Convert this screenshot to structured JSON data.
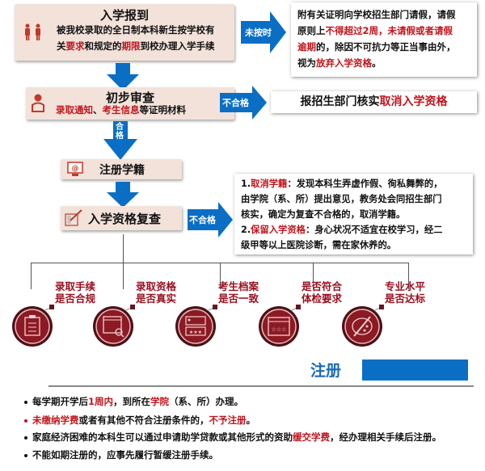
{
  "steps": {
    "enroll": {
      "title": "入学报到",
      "lines": [
        [
          {
            "t": "被我校录取的全日制本科新生按学校有",
            "red": false
          }
        ],
        [
          {
            "t": "关",
            "red": false
          },
          {
            "t": "要求",
            "red": true
          },
          {
            "t": "和规定的",
            "red": false
          },
          {
            "t": "期限",
            "red": true
          },
          {
            "t": "到校办理入学手续",
            "red": false
          }
        ]
      ]
    },
    "late_label": "未按时",
    "late_note": {
      "lines": [
        [
          {
            "t": "附有关证明向学校招生部门请假，请假",
            "red": false
          }
        ],
        [
          {
            "t": "原则上",
            "red": false
          },
          {
            "t": "不得超过2周，未请假或者请假",
            "red": true
          }
        ],
        [
          {
            "t": "逾期",
            "red": true
          },
          {
            "t": "的，除因不可抗力等正当事由外，",
            "red": false
          }
        ],
        [
          {
            "t": "视为",
            "red": false
          },
          {
            "t": "放弃入学资格",
            "red": true
          },
          {
            "t": "。",
            "red": false
          }
        ]
      ]
    },
    "review": {
      "title": "初步审查",
      "lines": [
        [
          {
            "t": "录取通知",
            "red": true
          },
          {
            "t": "、",
            "red": false
          },
          {
            "t": "考生信息",
            "red": true
          },
          {
            "t": "等证明材料",
            "red": false
          }
        ]
      ]
    },
    "fail_label_1": "不合格",
    "fail_note_1": {
      "lines": [
        [
          {
            "t": "报招生部门核实",
            "red": false
          },
          {
            "t": "取消入学资格",
            "red": true
          }
        ]
      ]
    },
    "pass_label": "合格",
    "register": {
      "title": "注册学籍"
    },
    "recheck": {
      "title": "入学资格复查"
    },
    "fail_label_2": "不合格",
    "fail_note_2": {
      "lines": [
        [
          {
            "t": "1.",
            "red": false
          },
          {
            "t": "取消学籍",
            "red": true
          },
          {
            "t": "：发现本科生弄虚作假、徇私舞弊的，",
            "red": false
          }
        ],
        [
          {
            "t": "由学院（系、所）提出意见，教务处会同招生部门",
            "red": false
          }
        ],
        [
          {
            "t": "核实，确定为复查不合格的，取消学籍。",
            "red": false
          }
        ],
        [
          {
            "t": "2.",
            "red": false
          },
          {
            "t": "保留入学资格",
            "red": true
          },
          {
            "t": "：身心状况不适宜在校学习，经二",
            "red": false
          }
        ],
        [
          {
            "t": "级甲等以上医院诊断，需在家休养的。",
            "red": false
          }
        ]
      ]
    }
  },
  "checks": [
    {
      "icon": "clipboard-checklist-icon",
      "l1": "录取手续",
      "l2": "是否合规"
    },
    {
      "icon": "browser-search-icon",
      "l1": "录取资格",
      "l2": "是否真实"
    },
    {
      "icon": "profile-card-icon",
      "l1": "考生档案",
      "l2": "是否一致"
    },
    {
      "icon": "browser-stars-icon",
      "l1": "是否符合",
      "l2": "体检要求"
    },
    {
      "icon": "palette-brush-icon",
      "l1": "专业水平",
      "l2": "是否达标"
    }
  ],
  "section": {
    "title": "注册"
  },
  "bullets": [
    {
      "red_dot": false,
      "segs": [
        {
          "t": "每学期开学后",
          "red": false
        },
        {
          "t": "1周内",
          "red": true
        },
        {
          "t": "，到所在",
          "red": false
        },
        {
          "t": "学院",
          "red": true
        },
        {
          "t": "（系、所）办理。",
          "red": false
        }
      ]
    },
    {
      "red_dot": true,
      "segs": [
        {
          "t": "未缴纳学费",
          "red": true
        },
        {
          "t": "或者有其他不符合注册条件的，",
          "red": false
        },
        {
          "t": "不予注册",
          "red": true
        },
        {
          "t": "。",
          "red": false
        }
      ]
    },
    {
      "red_dot": false,
      "segs": [
        {
          "t": "家庭经济困难的本科生可以通过申请助学贷款或其他形式的资助",
          "red": false
        },
        {
          "t": "缓交学费",
          "red": true
        },
        {
          "t": "，经办理相关手续后注册。",
          "red": false
        }
      ]
    },
    {
      "red_dot": false,
      "segs": [
        {
          "t": "不能如期注册的，应事先履行暂缓注册手续。",
          "red": false
        }
      ]
    }
  ],
  "colors": {
    "blue": "#0a6ec4",
    "red": "#c0141c",
    "maroon": "#7d1420",
    "box": "#f2e2da"
  }
}
